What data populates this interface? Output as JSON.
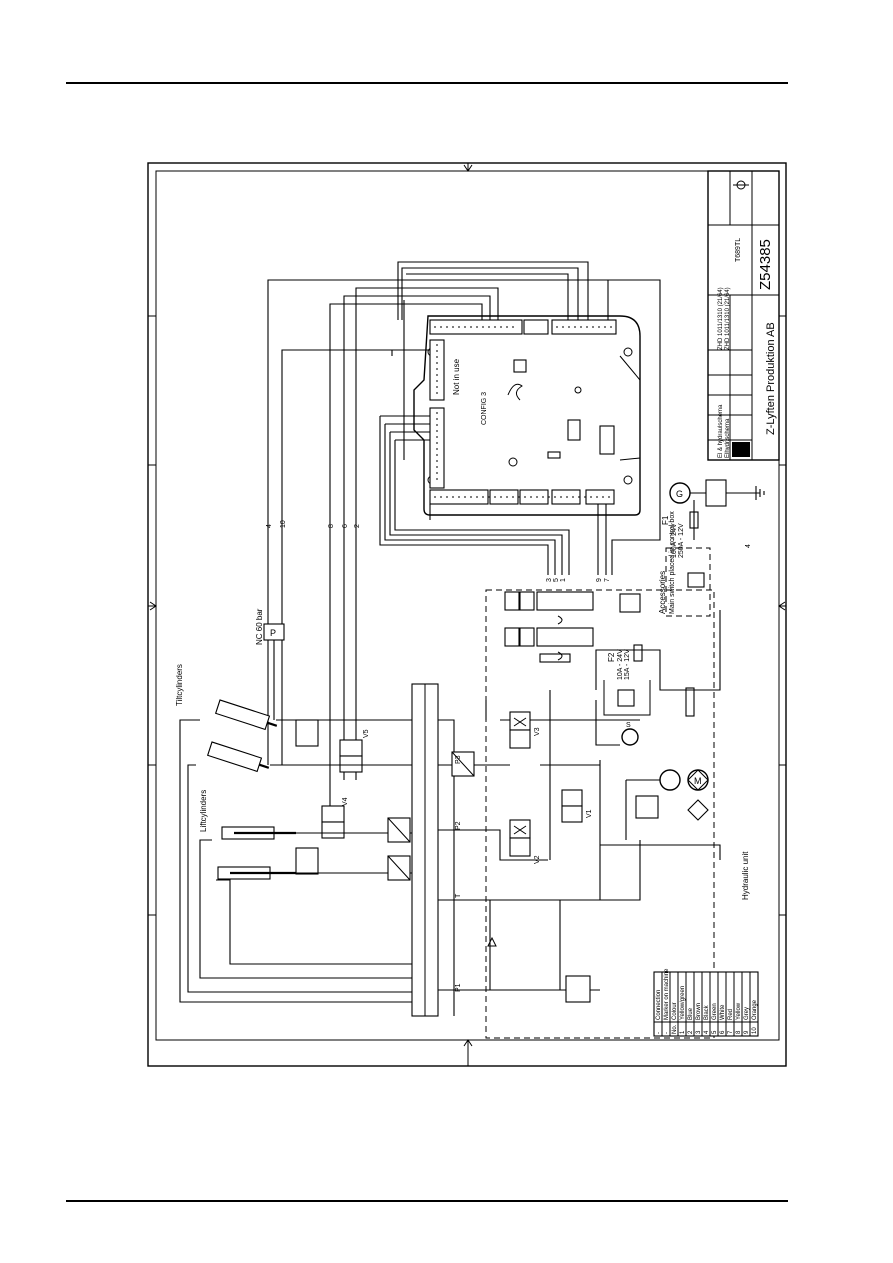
{
  "title_block": {
    "drawing_title": "El & hydraulschema",
    "drawing_subtitle": "Elhydr.schema",
    "company": "Z-Lyften Produktion AB",
    "drawing_number": "Z54385",
    "model": "T689TL",
    "rev_lines": [
      "ZHD 1011/1310 (21/64)",
      "ZHD 1011/1310 (21/64)"
    ]
  },
  "labels": {
    "tilt_cylinders": "Tiltcylinders",
    "lift_cylinders": "Liftcylinders",
    "pressure_switch": "NC 60 bar",
    "not_in_use": "Not in use",
    "config": "CONFIG 3",
    "accessories_title": "Accessories",
    "accessories_note": "Main switch placed in control box",
    "hydraulic_unit": "Hydraulic unit",
    "f1_label": "F1",
    "f1_line1": "160A - 24V",
    "f1_line2": "250A - 12V",
    "f2_label": "F2",
    "f2_line1": "10A - 24V",
    "f2_line2": "15A - 12V",
    "generator": "G",
    "motor": "M",
    "p_sym": "P"
  },
  "valves": [
    "V1",
    "V2",
    "V3",
    "V4",
    "V5"
  ],
  "ports": [
    "P1",
    "P2",
    "P3",
    "T"
  ],
  "wire_numbers": [
    "4",
    "10",
    "8",
    "6",
    "2",
    "3",
    "9",
    "7",
    "5",
    "1"
  ],
  "legend": {
    "rows": [
      {
        "no": "-",
        "text": "Connection"
      },
      {
        "no": "-",
        "text": "Marker on machine"
      },
      {
        "no": "No.",
        "text": "Colour"
      },
      {
        "no": "1",
        "text": "Yellow/green"
      },
      {
        "no": "2",
        "text": "Blue"
      },
      {
        "no": "3",
        "text": "Brown"
      },
      {
        "no": "4",
        "text": "Black"
      },
      {
        "no": "5",
        "text": "Green"
      },
      {
        "no": "6",
        "text": "White"
      },
      {
        "no": "7",
        "text": "Red"
      },
      {
        "no": "8",
        "text": "Yellow"
      },
      {
        "no": "9",
        "text": "Grey"
      },
      {
        "no": "10",
        "text": "Orange"
      }
    ]
  }
}
